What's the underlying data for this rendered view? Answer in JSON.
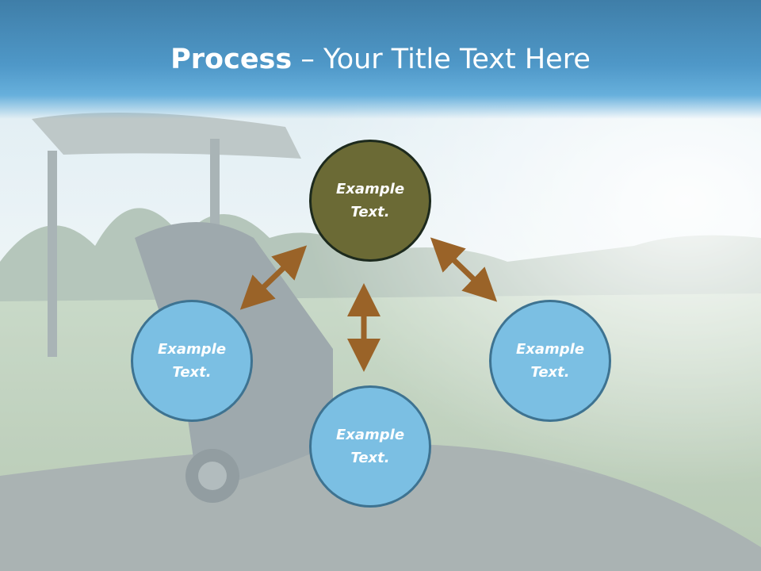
{
  "title": {
    "bold": "Process",
    "rest": " – Your Title Text Here"
  },
  "nodes": {
    "top": {
      "line1": "Example",
      "line2": "Text."
    },
    "left": {
      "line1": "Example",
      "line2": "Text."
    },
    "bottom": {
      "line1": "Example",
      "line2": "Text."
    },
    "right": {
      "line1": "Example",
      "line2": "Text."
    }
  },
  "colors": {
    "title_band": "#4f98c8",
    "top_node_fill": "#6b6a35",
    "blue_node_fill": "#7bbfe3",
    "arrow": "#9a6328"
  }
}
